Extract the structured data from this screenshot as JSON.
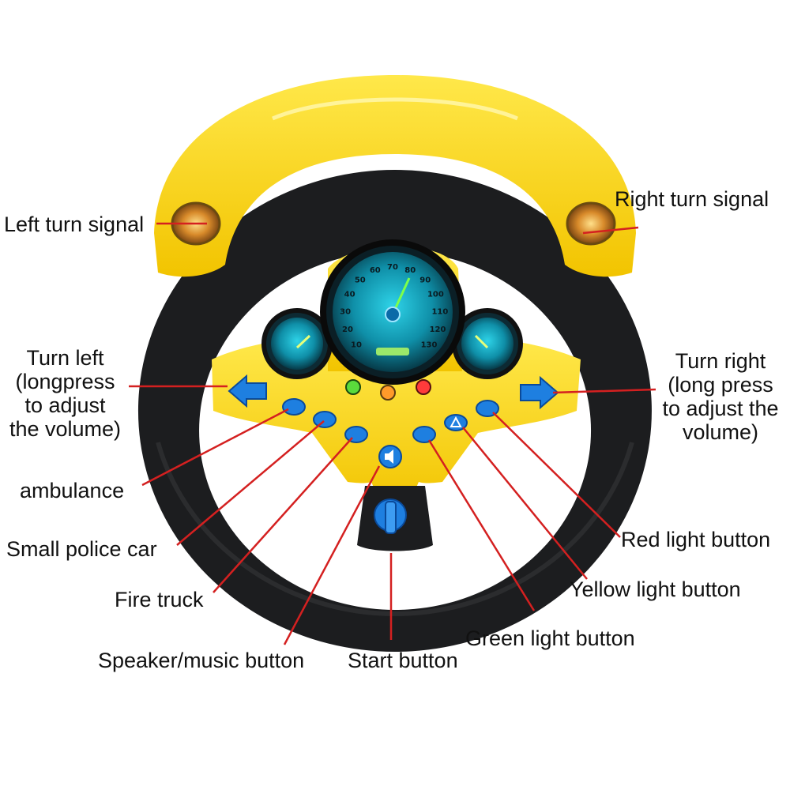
{
  "colors": {
    "rim_yellow": "#f5d20c",
    "grip_black": "#1c1d1f",
    "button_blue": "#1e7fe0",
    "leader_red": "#d42020",
    "dial_teal": "#1ea7c4"
  },
  "speedometer": {
    "ticks": [
      "10",
      "20",
      "30",
      "40",
      "50",
      "60",
      "70",
      "80",
      "90",
      "100",
      "110",
      "120",
      "130"
    ]
  },
  "labels": {
    "left_turn_signal": "Left turn signal",
    "right_turn_signal": "Right turn signal",
    "turn_left": [
      "Turn left",
      "(longpress",
      "to  adjust",
      "the volume)"
    ],
    "turn_right": [
      "Turn right",
      "(long press",
      "to adjust the",
      "volume)"
    ],
    "ambulance": "ambulance",
    "small_police_car": "Small police car",
    "fire_truck": "Fire truck",
    "speaker_music": "Speaker/music button",
    "start_button": "Start button",
    "green_light": "Green light button",
    "yellow_light": "Yellow light button",
    "red_light": "Red light button"
  },
  "icons": {
    "left_arrow": "arrow-left-icon",
    "right_arrow": "arrow-right-icon",
    "start_key": "key-icon",
    "speaker": "speaker-icon",
    "warning": "warning-triangle-icon"
  }
}
